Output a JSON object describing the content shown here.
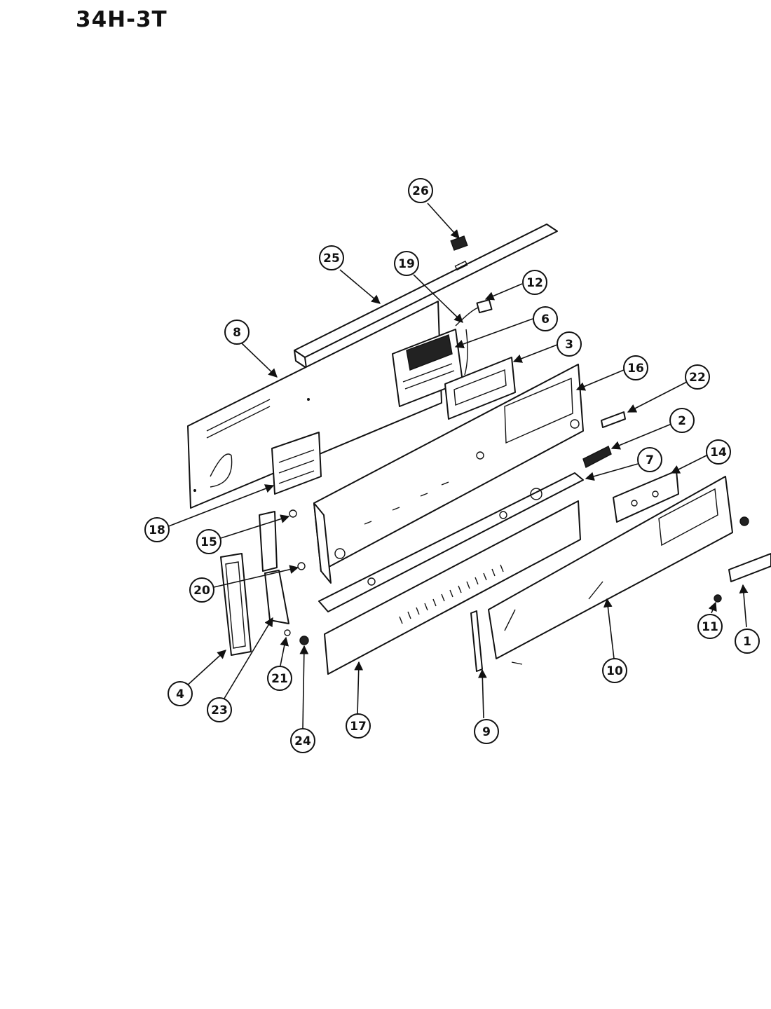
{
  "title": "34H-3T",
  "callouts": [
    "1",
    "2",
    "3",
    "4",
    "6",
    "7",
    "8",
    "9",
    "10",
    "11",
    "12",
    "14",
    "15",
    "16",
    "17",
    "18",
    "19",
    "20",
    "21",
    "22",
    "23",
    "24",
    "25",
    "26"
  ]
}
